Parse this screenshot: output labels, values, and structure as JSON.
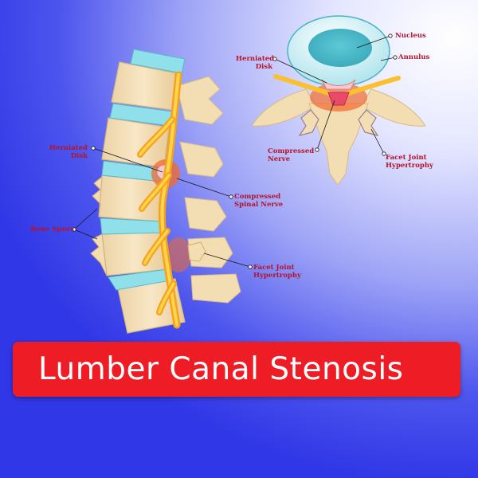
{
  "labels": {
    "nucleus": "Nucleus",
    "annulus": "Annulus",
    "herniated_disk_top_line1": "Herniated",
    "herniated_disk_top_line2": "Disk",
    "compressed_nerve_line1": "Compressed",
    "compressed_nerve_line2": "Nerve",
    "facet_joint_top_line1": "Facet Joint",
    "facet_joint_top_line2": "Hypertrophy",
    "herniated_disk_side_line1": "Herniated",
    "herniated_disk_side_line2": "Disk",
    "compressed_spinal_nerve_line1": "Compressed",
    "compressed_spinal_nerve_line2": "Spinal Nerve",
    "bone_spurs": "Bone Spurs",
    "facet_joint_side_line1": "Facet Joint",
    "facet_joint_side_line2": "Hypertrophy"
  },
  "title": "Lumber Canal Stenosis",
  "colors": {
    "label": "#b3142c",
    "banner": "#ee1c24",
    "bone": "#f6e3bf",
    "disc": "#8fe0ea",
    "nerve": "#fbc02d",
    "inflammation": "#f26a2c"
  }
}
